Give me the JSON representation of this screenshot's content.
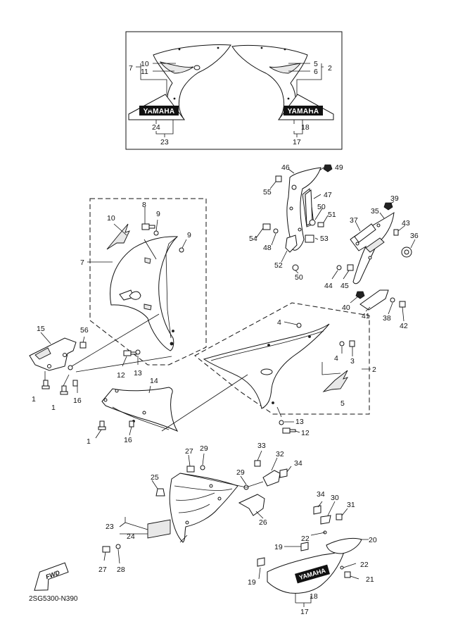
{
  "diagram_code": "2SG5300-N390",
  "fwd_label": "FWD",
  "brand_text": "YAMAHA",
  "callouts": {
    "c1a": "1",
    "c1b": "1",
    "c1c": "1",
    "c2a": "2",
    "c2b": "2",
    "c3": "3",
    "c4a": "4",
    "c4b": "4",
    "c5a": "5",
    "c5b": "5",
    "c6": "6",
    "c7a": "7",
    "c7b": "7",
    "c8": "8",
    "c9a": "9",
    "c9b": "9",
    "c10a": "10",
    "c10b": "10",
    "c11": "11",
    "c12a": "12",
    "c12b": "12",
    "c13a": "13",
    "c13b": "13",
    "c14": "14",
    "c15": "15",
    "c16a": "16",
    "c16b": "16",
    "c17a": "17",
    "c17b": "17",
    "c18a": "18",
    "c18b": "18",
    "c19a": "19",
    "c19b": "19",
    "c20": "20",
    "c21": "21",
    "c22a": "22",
    "c22b": "22",
    "c23a": "23",
    "c23b": "23",
    "c24a": "24",
    "c24b": "24",
    "c25": "25",
    "c26": "26",
    "c27a": "27",
    "c27b": "27",
    "c28": "28",
    "c29a": "29",
    "c29b": "29",
    "c30": "30",
    "c31": "31",
    "c32": "32",
    "c33": "33",
    "c34a": "34",
    "c34b": "34",
    "c35": "35",
    "c36": "36",
    "c37": "37",
    "c38": "38",
    "c39": "39",
    "c40": "40",
    "c41": "41",
    "c42": "42",
    "c43": "43",
    "c44": "44",
    "c45": "45",
    "c46": "46",
    "c47": "47",
    "c48": "48",
    "c49": "49",
    "c50a": "50",
    "c50b": "50",
    "c51": "51",
    "c52": "52",
    "c53": "53",
    "c54": "54",
    "c55": "55",
    "c56": "56"
  }
}
